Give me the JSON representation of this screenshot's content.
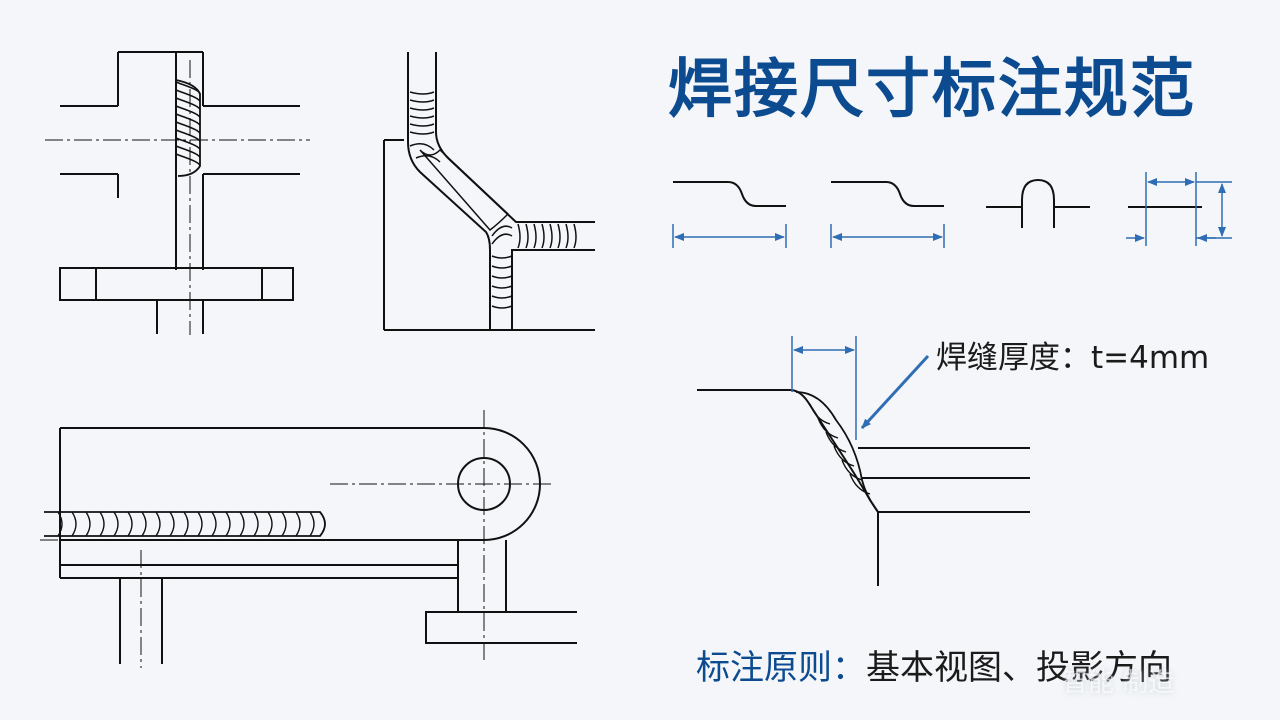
{
  "title": "焊接尺寸标注规范",
  "thickness_label": "焊缝厚度：t=4mm",
  "principle": {
    "label": "标注原则：",
    "text": "基本视图、投影方向"
  },
  "watermark": "智能 制造",
  "colors": {
    "background": "#f4f6f9",
    "title": "#0d4b91",
    "dimension": "#2f6db5",
    "line": "#111111"
  }
}
